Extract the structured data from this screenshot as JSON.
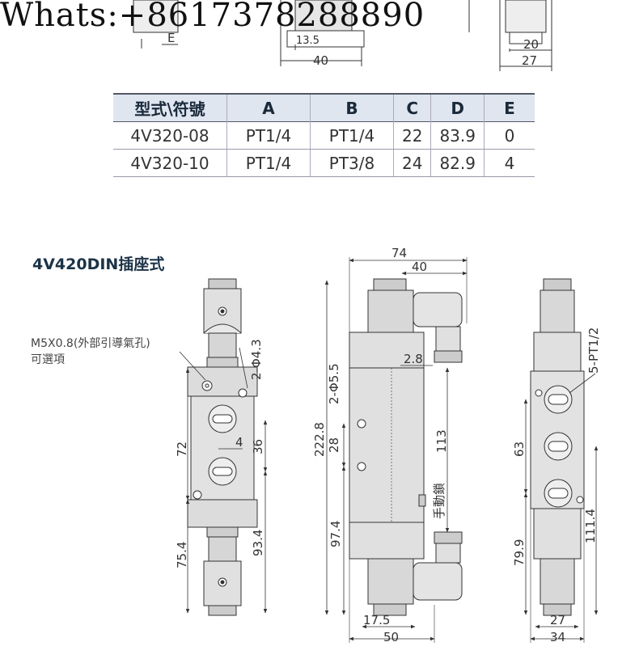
{
  "watermark": "Whats:+8617378288890",
  "top_dims": {
    "e": "E",
    "d135": "13.5",
    "d40": "40",
    "d20": "20",
    "d27": "27"
  },
  "table": {
    "headers": [
      "型式\\符號",
      "A",
      "B",
      "C",
      "D",
      "E"
    ],
    "rows": [
      [
        "4V320-08",
        "PT1/4",
        "PT1/4",
        "22",
        "83.9",
        "0"
      ],
      [
        "4V320-10",
        "PT1/4",
        "PT3/8",
        "24",
        "82.9",
        "4"
      ]
    ]
  },
  "section_title": "4V420DIN插座式",
  "callout": {
    "line1": "M5X0.8(外部引導氣孔)",
    "line2": "可選項"
  },
  "front_view": {
    "d72": "72",
    "d75_4": "75.4",
    "d36": "36",
    "d4": "4",
    "d93_4": "93.4",
    "hole": "2-Φ4.3"
  },
  "side_view": {
    "d74": "74",
    "d40": "40",
    "d2_8": "2.8",
    "hole": "2-Φ5.5",
    "d222_8": "222.8",
    "d28": "28",
    "d113": "113",
    "d97_4": "97.4",
    "manual": "手動鎖",
    "d17_5": "17.5",
    "d50": "50"
  },
  "end_view": {
    "port": "5-PT1/2",
    "d63": "63",
    "d79_9": "79.9",
    "d111_4": "111.4",
    "d27": "27",
    "d34": "34"
  },
  "colors": {
    "body": "#dcdcdc",
    "line": "#333333",
    "header_bg": "#dfe6f0"
  }
}
